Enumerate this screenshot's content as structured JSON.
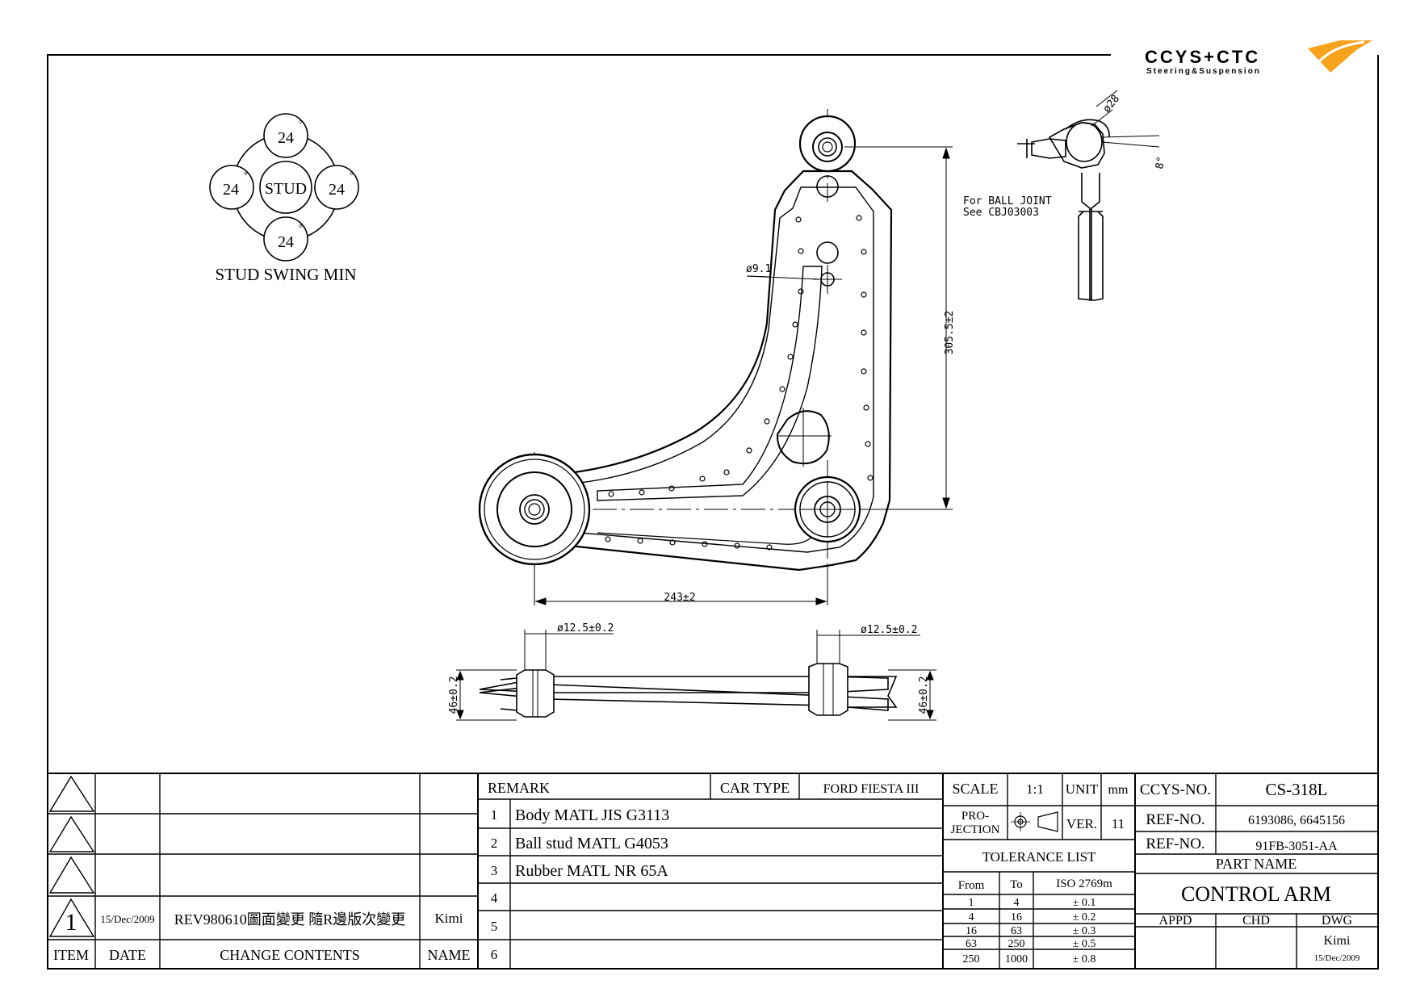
{
  "logo": {
    "brand": "CCYS+CTC",
    "tagline": "Steering&Suspension"
  },
  "swing": {
    "top": "24",
    "left": "24",
    "center": "STUD",
    "right": "24",
    "bottom": "24",
    "degree": "°",
    "title": "STUD SWING MIN"
  },
  "dims": {
    "hole": "ø9.1",
    "height": "305.5±2",
    "width": "243±2",
    "bush_left": "ø12.5±0.2",
    "bush_right": "ø12.5±0.2",
    "thick_left": "46±0.2",
    "thick_right": "46±0.2"
  },
  "ball_joint": {
    "note1": "For BALL JOINT",
    "note2": "See CBJ03003",
    "dia": "ø28",
    "angle": "8°"
  },
  "revisions": {
    "rows": [
      {
        "mark": "",
        "date": "",
        "content": "",
        "name": ""
      },
      {
        "mark": "",
        "date": "",
        "content": "",
        "name": ""
      },
      {
        "mark": "",
        "date": "",
        "content": "",
        "name": ""
      },
      {
        "mark": "1",
        "date": "15/Dec/2009",
        "content": "REV980610圖面變更 隨R邊版次變更",
        "name": "Kimi"
      }
    ],
    "headers": {
      "item": "ITEM",
      "date": "DATE",
      "content": "CHANGE CONTENTS",
      "name": "NAME"
    }
  },
  "remark": {
    "label": "REMARK",
    "car_type_label": "CAR TYPE",
    "car_type": "FORD FIESTA III",
    "items": [
      {
        "no": "1",
        "text": "Body MATL JIS G3113"
      },
      {
        "no": "2",
        "text": "Ball stud MATL G4053"
      },
      {
        "no": "3",
        "text": "Rubber MATL NR 65A"
      },
      {
        "no": "4",
        "text": ""
      },
      {
        "no": "5",
        "text": ""
      },
      {
        "no": "6",
        "text": ""
      }
    ]
  },
  "spec": {
    "scale_label": "SCALE",
    "scale": "1:1",
    "unit_label": "UNIT",
    "unit": "mm",
    "projection_label1": "PRO-",
    "projection_label2": "JECTION",
    "ver_label": "VER.",
    "ver": "11",
    "tolerance_title": "TOLERANCE LIST",
    "tol_headers": {
      "from": "From",
      "to": "To",
      "iso": "ISO 2769m"
    },
    "tolerances": [
      {
        "from": "1",
        "to": "4",
        "tol": "± 0.1"
      },
      {
        "from": "4",
        "to": "16",
        "tol": "± 0.2"
      },
      {
        "from": "16",
        "to": "63",
        "tol": "± 0.3"
      },
      {
        "from": "63",
        "to": "250",
        "tol": "± 0.5"
      },
      {
        "from": "250",
        "to": "1000",
        "tol": "± 0.8"
      }
    ]
  },
  "part": {
    "ccys_label": "CCYS-NO.",
    "ccys_no": "CS-318L",
    "ref_label1": "REF-NO.",
    "ref_no1": "6193086, 6645156",
    "ref_label2": "REF-NO.",
    "ref_no2": "91FB-3051-AA",
    "name_label": "PART NAME",
    "name": "CONTROL ARM",
    "appd": "APPD",
    "chd": "CHD",
    "dwg": "DWG",
    "dwg_name": "Kimi",
    "dwg_date": "15/Dec/2009"
  }
}
